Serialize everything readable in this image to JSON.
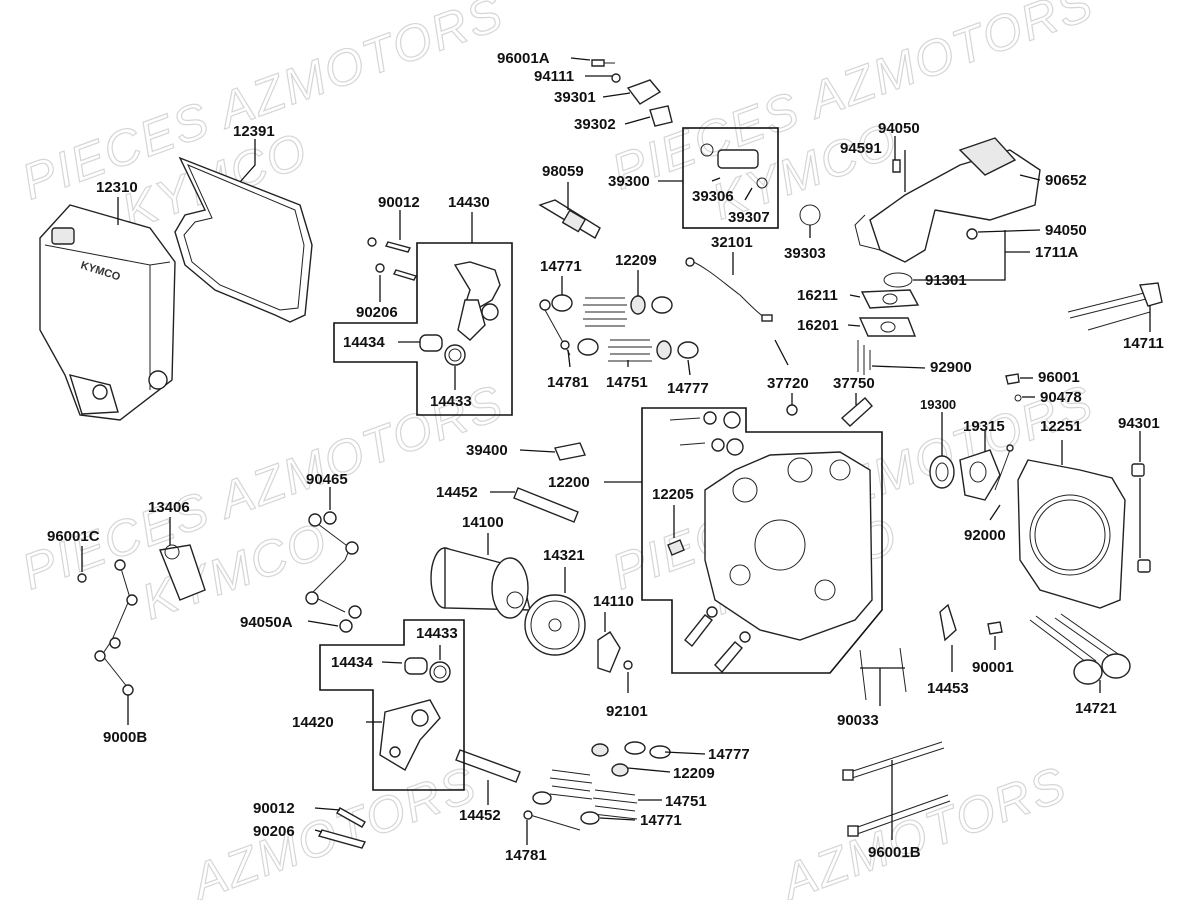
{
  "watermarks": {
    "pieces_azmotors": "PIECES AZMOTORS",
    "kymco": "KYMCO",
    "azmotors": "AZMOTORS"
  },
  "labels": {
    "p96001A": "96001A",
    "p94111": "94111",
    "p39301": "39301",
    "p39302": "39302",
    "p39300": "39300",
    "p39306": "39306",
    "p39307": "39307",
    "p39303": "39303",
    "p98059": "98059",
    "p94050_top": "94050",
    "p94591": "94591",
    "p90652": "90652",
    "p94050_mid": "94050",
    "p1711A": "1711A",
    "p91301": "91301",
    "p16211": "16211",
    "p16201": "16201",
    "p92900": "92900",
    "p14711": "14711",
    "p12391": "12391",
    "p12310": "12310",
    "p90012_top": "90012",
    "p14430": "14430",
    "p90206_top": "90206",
    "p14434_top": "14434",
    "p14433_top": "14433",
    "p14771_top": "14771",
    "p12209_top": "12209",
    "p32101": "32101",
    "p14781_top": "14781",
    "p14751_top": "14751",
    "p14777_top": "14777",
    "p37720": "37720",
    "p37750": "37750",
    "p96001": "96001",
    "p90478": "90478",
    "p19300": "19300",
    "p19315": "19315",
    "p12251": "12251",
    "p94301": "94301",
    "p39400": "39400",
    "p12200": "12200",
    "p14452_top": "14452",
    "p12205": "12205",
    "p92000": "92000",
    "p90465": "90465",
    "p13406": "13406",
    "p96001C": "96001C",
    "p14100": "14100",
    "p14321": "14321",
    "p14110": "14110",
    "p94050A": "94050A",
    "p14433_bot": "14433",
    "p14434_bot": "14434",
    "p92101": "92101",
    "p90001": "90001",
    "p14453": "14453",
    "p90033": "90033",
    "p14721": "14721",
    "p14420": "14420",
    "p9000B": "9000B",
    "p14777_bot": "14777",
    "p12209_bot": "12209",
    "p14751_bot": "14751",
    "p90012_bot": "90012",
    "p14452_bot": "14452",
    "p14771_bot": "14771",
    "p90206_bot": "90206",
    "p14781_bot": "14781",
    "p96001B": "96001B",
    "logo_kymco": "KYMCO"
  }
}
